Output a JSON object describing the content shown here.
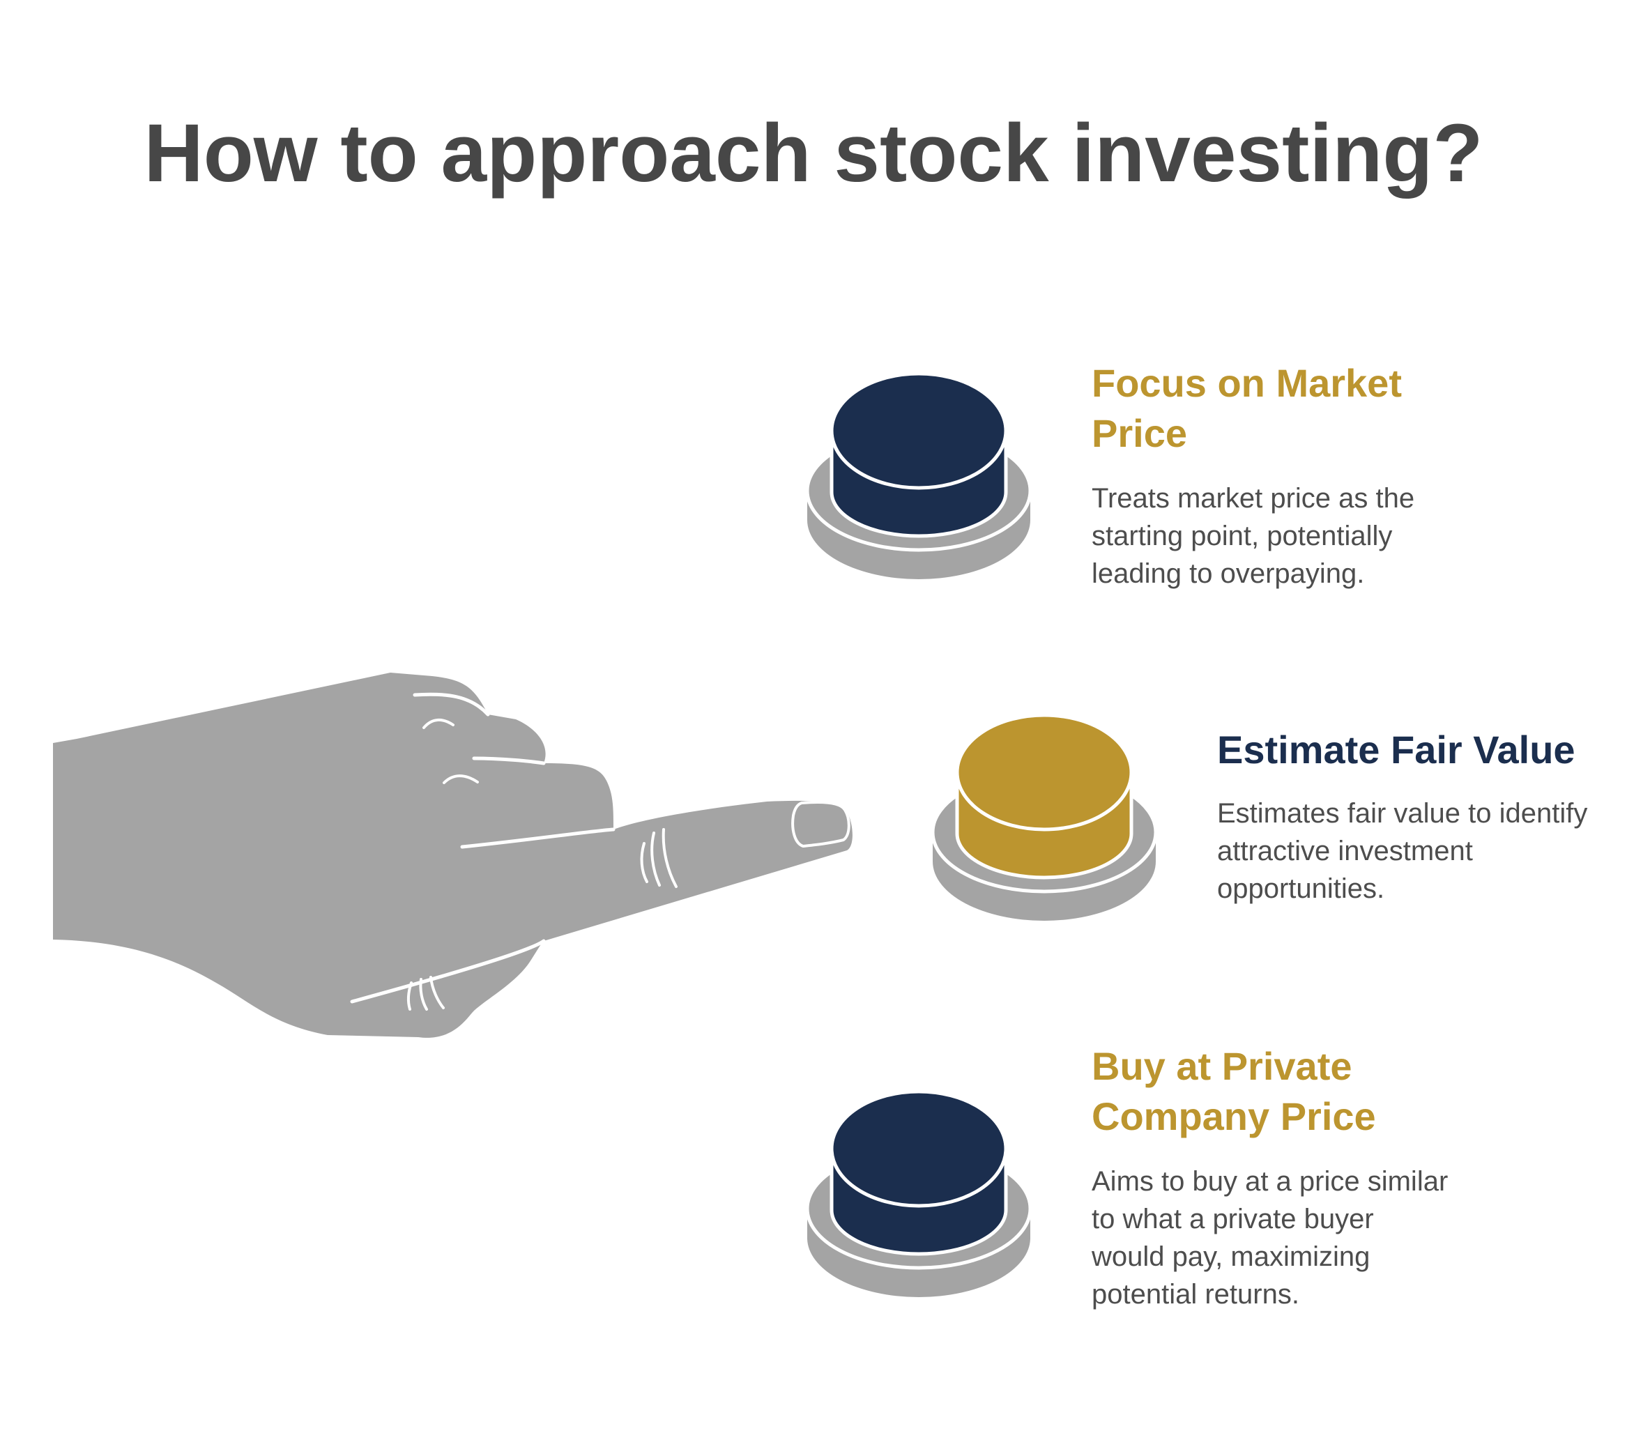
{
  "title": "How to approach stock investing?",
  "colors": {
    "title": "#474747",
    "navy": "#1b2e4e",
    "gold": "#bc952f",
    "gray": "#a4a4a4",
    "text": "#4d4d4d"
  },
  "options": [
    {
      "heading": "Focus on Market Price",
      "description": "Treats market price as the starting point, potentially leading to overpaying.",
      "heading_color": "#bc952f",
      "button_color": "#1b2e4e"
    },
    {
      "heading": "Estimate Fair Value",
      "description": "Estimates fair value to identify attractive investment opportunities.",
      "heading_color": "#1b2e4e",
      "button_color": "#bc952f"
    },
    {
      "heading": "Buy at Private Company Price",
      "description": "Aims to buy at a price similar to what a private buyer would pay, maximizing potential returns.",
      "heading_color": "#bc952f",
      "button_color": "#1b2e4e"
    }
  ],
  "icons": {
    "pointer": "pointing-hand-icon"
  }
}
